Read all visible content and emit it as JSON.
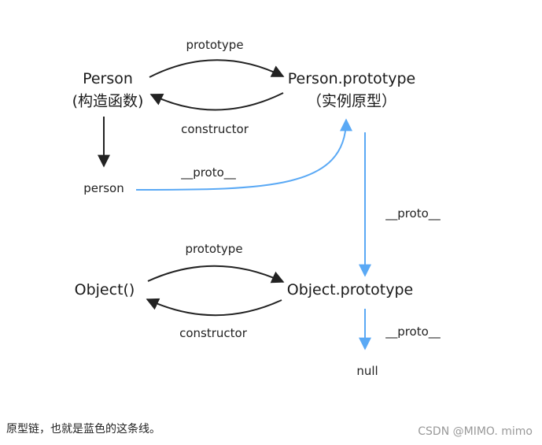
{
  "nodes": {
    "person_ctor_line1": "Person",
    "person_ctor_line2": "(构造函数)",
    "person_proto_line1": "Person.prototype",
    "person_proto_line2": "（实例原型）",
    "person_instance": "person",
    "object_ctor": "Object()",
    "object_proto": "Object.prototype",
    "null_node": "null"
  },
  "edges": {
    "prototype_top": "prototype",
    "constructor_top": "constructor",
    "proto_person": "__proto__",
    "proto_person_prototype": "__proto__",
    "prototype_bottom": "prototype",
    "constructor_bottom": "constructor",
    "proto_object_prototype": "__proto__"
  },
  "caption": "原型链，也就是蓝色的这条线。",
  "watermark": "CSDN @MIMO. mimo",
  "colors": {
    "prototype_chain": "#5aa9f5",
    "normal_arrow": "#222222"
  }
}
